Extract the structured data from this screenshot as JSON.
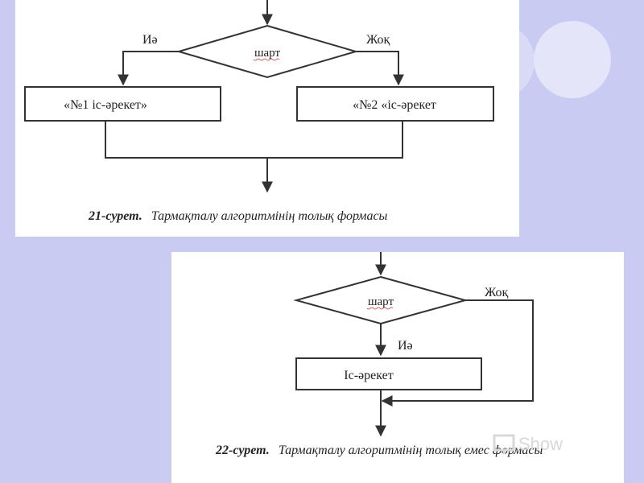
{
  "colors": {
    "background": "#c9cbf2",
    "panel": "#ffffff",
    "lines": "#333333",
    "circle": "#e4e5f8"
  },
  "figure21": {
    "condition": "шарт",
    "yes_label": "Иә",
    "no_label": "Жоқ",
    "action1": "«№1 іс-әрекет»",
    "action2": "«№2 «іс-әрекет",
    "caption_number": "21-сурет.",
    "caption_text": "Тармақталу алгоритмінің толық формасы"
  },
  "figure22": {
    "condition": "шарт",
    "no_label": "Жоқ",
    "yes_label": "Иә",
    "action": "Іс-әрекет",
    "caption_number": "22-сурет.",
    "caption_text": "Тармақталу алгоритмінің толық емес формасы"
  },
  "watermark": {
    "text": "Show",
    "icon": "presentation-icon"
  }
}
